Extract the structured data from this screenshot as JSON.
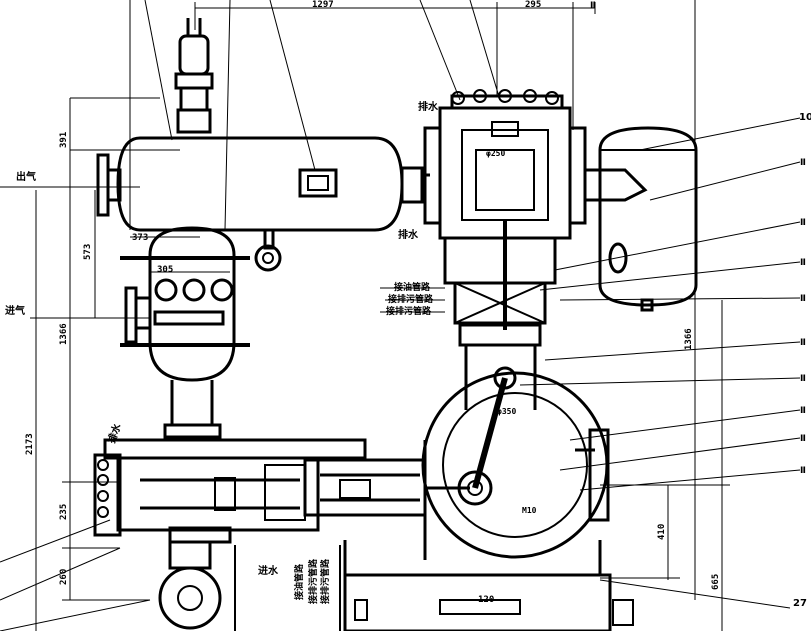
{
  "dimensions": {
    "top_1297": "1297",
    "top_295": "295",
    "left_391": "391",
    "left_573": "573",
    "left_1366": "1366",
    "left_2173": "2173",
    "left_235": "235",
    "left_260": "260",
    "width_373": "373",
    "width_305": "305",
    "right_1366": "1366",
    "right_410": "410",
    "right_665": "665",
    "bottom_120": "120",
    "m10": "M10",
    "d250": "φ250",
    "d350": "φ350"
  },
  "labels": {
    "outlet_gas": "出气",
    "inlet_gas": "进气",
    "drain_top": "排水",
    "drain_mid": "排水",
    "drain_left": "排水",
    "inlet_water_bottom": "进水",
    "pipe_oil_1": "接油管路",
    "pipe_oil_2": "接排污管路",
    "pipe_oil_3": "接排污管路",
    "pipe_low_1": "接油管路",
    "pipe_low_2": "接排污管路",
    "pipe_low_3": "接排污管路"
  },
  "callouts": {
    "n10": "10",
    "n27": "27",
    "n_tick": "Ⅱ"
  }
}
